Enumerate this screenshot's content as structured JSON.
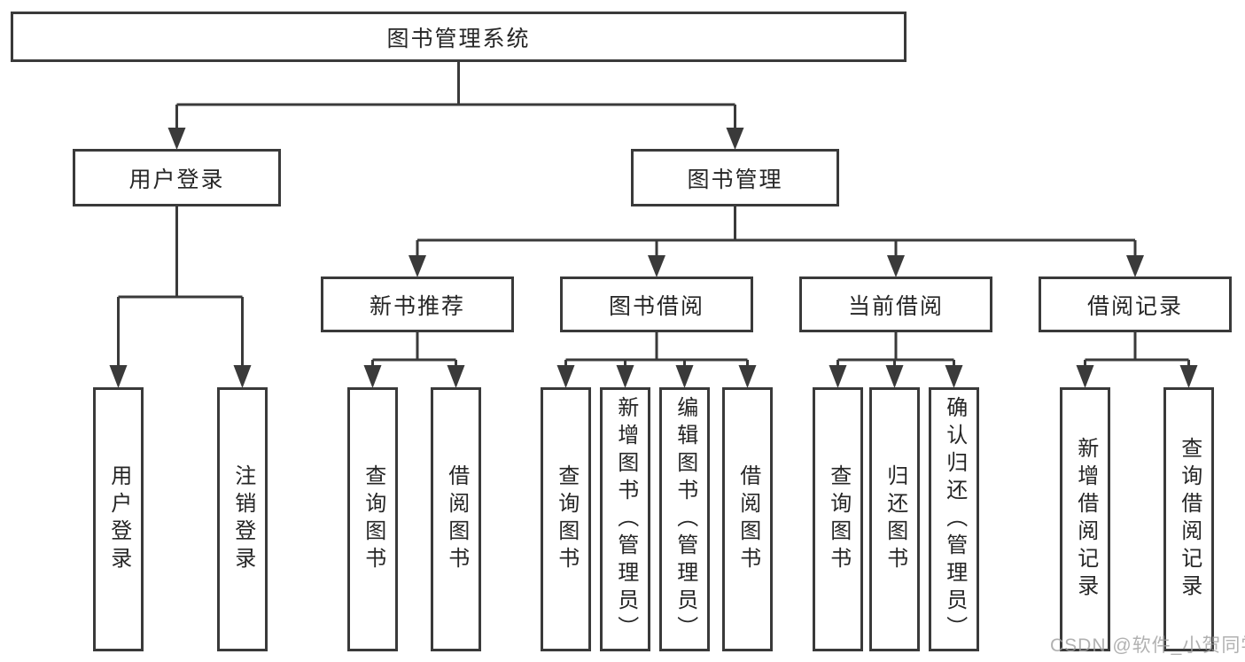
{
  "root": {
    "label": "图书管理系统"
  },
  "branches": [
    {
      "label": "用户登录",
      "leaves": [
        "用户登录",
        "注销登录"
      ]
    },
    {
      "label": "图书管理",
      "sections": [
        {
          "label": "新书推荐",
          "leaves": [
            "查询图书",
            "借阅图书"
          ]
        },
        {
          "label": "图书借阅",
          "leaves": [
            "查询图书",
            "新增图书（管理员）",
            "编辑图书（管理员）",
            "借阅图书"
          ]
        },
        {
          "label": "当前借阅",
          "leaves": [
            "查询图书",
            "归还图书",
            "确认归还（管理员）"
          ]
        },
        {
          "label": "借阅记录",
          "leaves": [
            "新增借阅记录",
            "查询借阅记录"
          ]
        }
      ]
    }
  ],
  "watermark": "CSDN @软件_小贺同学",
  "colors": {
    "line": "#3a3a3a",
    "text": "#262626",
    "watermark": "#9e9e9e",
    "background": "#ffffff"
  }
}
